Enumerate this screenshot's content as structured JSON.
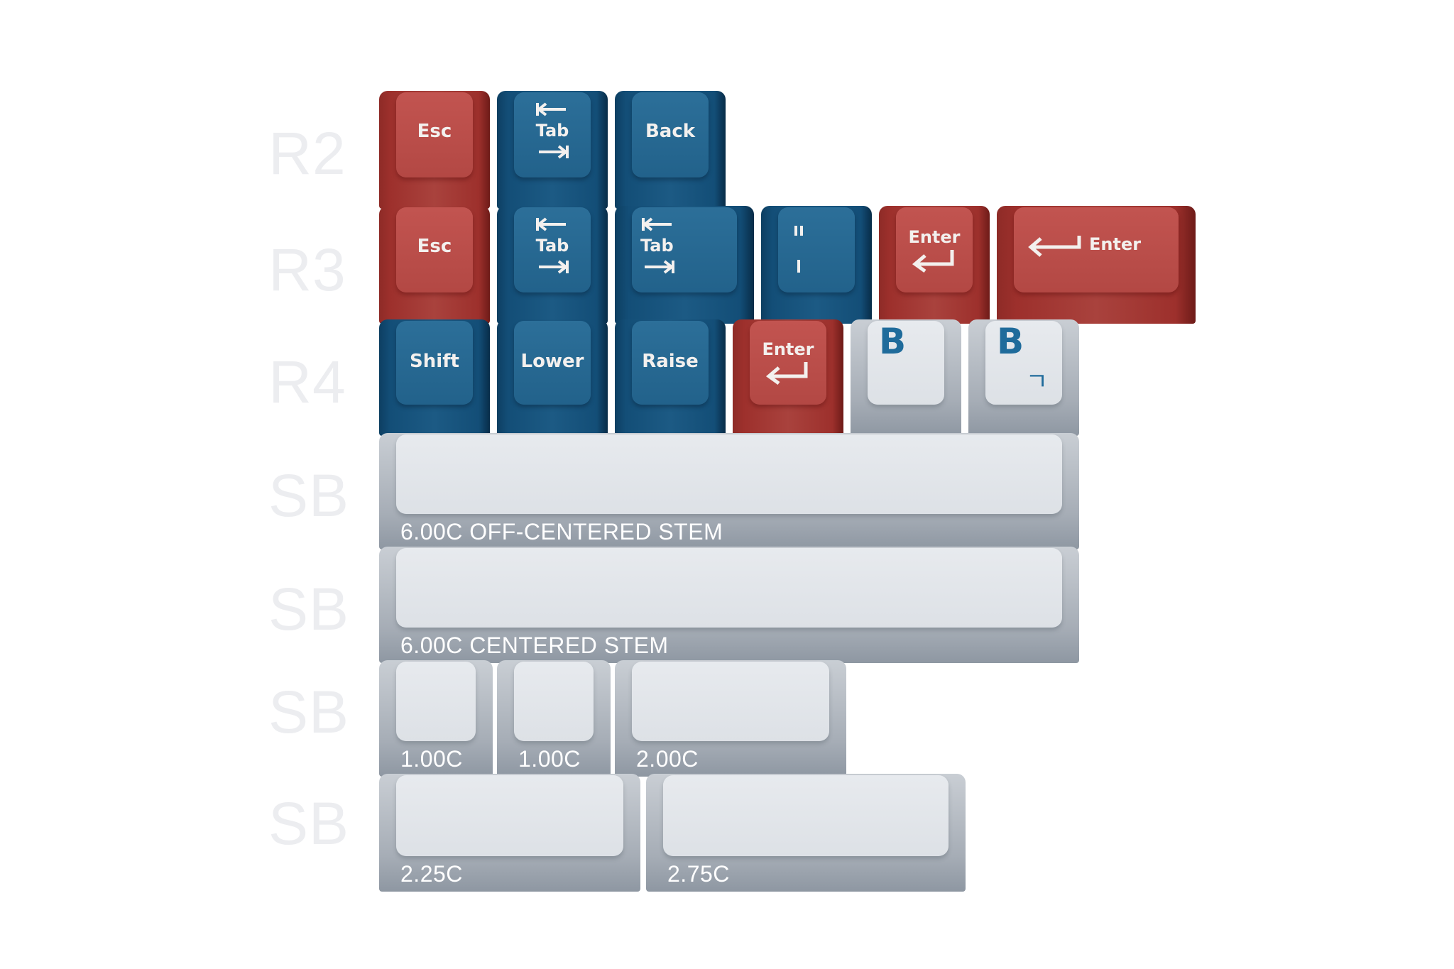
{
  "row_labels": [
    "R2",
    "R3",
    "R4",
    "SB",
    "SB",
    "SB",
    "SB"
  ],
  "colors": {
    "red": "#a9423d",
    "blue": "#1c5a84",
    "grey": "#dde1e6",
    "legend_blue": "#1f6b9b"
  },
  "r2": {
    "esc": "Esc",
    "tab": "Tab",
    "back": "Back"
  },
  "r3": {
    "esc": "Esc",
    "tab": "Tab",
    "tab_wide": "Tab",
    "colon_glyph": "colon-icon",
    "enter": "Enter",
    "enter_wide": "Enter"
  },
  "r4": {
    "shift": "Shift",
    "lower": "Lower",
    "raise": "Raise",
    "enter": "Enter",
    "b1": "B",
    "b2": "B",
    "b2_sub": "ㄱ"
  },
  "spacebars": {
    "off_centered": "6.00C OFF-CENTERED STEM",
    "centered": "6.00C CENTERED STEM",
    "u100a": "1.00C",
    "u100b": "1.00C",
    "u200": "2.00C",
    "u225": "2.25C",
    "u275": "2.75C"
  }
}
